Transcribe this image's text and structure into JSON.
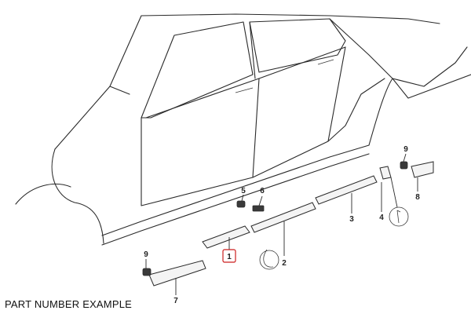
{
  "caption": "PART NUMBER EXAMPLE",
  "highlight_color": "#cc1f1f",
  "callouts": {
    "c1": "1",
    "c2": "2",
    "c3": "3",
    "c4": "4",
    "c5": "5",
    "c6": "6",
    "c7": "7",
    "c8": "8",
    "c9a": "9",
    "c9b": "9"
  }
}
